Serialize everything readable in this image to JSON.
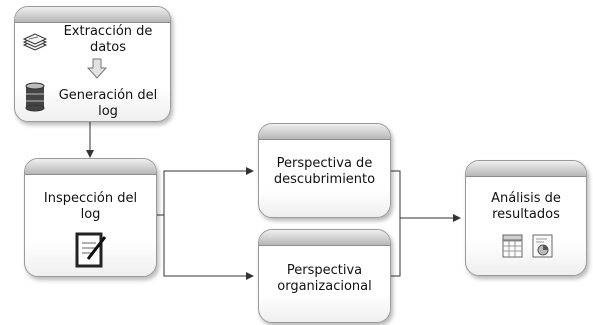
{
  "boxes": {
    "extraction": {
      "line1": "Extracción de",
      "line2": "datos"
    },
    "generation": {
      "line1": "Generación del",
      "line2": "log"
    },
    "inspection": {
      "line1": "Inspección del",
      "line2": "log"
    },
    "discovery": {
      "line1": "Perspectiva de",
      "line2": "descubrimiento"
    },
    "organizational": {
      "line1": "Perspectiva",
      "line2": "organizacional"
    },
    "analysis": {
      "line1": "Análisis de",
      "line2": "resultados"
    }
  },
  "icons": [
    "stacked-papers-icon",
    "down-arrow-icon",
    "database-icon",
    "document-pen-icon",
    "spreadsheet-icon",
    "report-chart-icon"
  ]
}
